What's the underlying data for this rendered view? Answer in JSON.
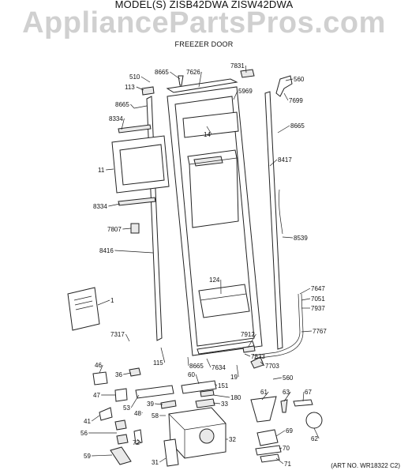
{
  "header": {
    "title": "MODEL(S) ZISB42DWA ZISW42DWA",
    "watermark": "AppliancePartsPros.com",
    "subtitle": "FREEZER DOOR"
  },
  "footer": {
    "art_no": "(ART NO. WR18322 C2)"
  },
  "callouts": [
    "510",
    "8665",
    "7626",
    "7831",
    "560",
    "113",
    "5969",
    "7699",
    "8665",
    "8334",
    "14",
    "8665",
    "11",
    "8417",
    "8334",
    "7807",
    "8539",
    "8416",
    "124",
    "1",
    "7647",
    "7051",
    "7937",
    "7317",
    "7912",
    "7767",
    "115",
    "7833",
    "46",
    "8665",
    "7634",
    "7703",
    "36",
    "60",
    "19",
    "151",
    "560",
    "47",
    "180",
    "61",
    "63",
    "67",
    "53",
    "39",
    "33",
    "48",
    "41",
    "58",
    "56",
    "72",
    "32",
    "69",
    "62",
    "59",
    "31",
    "70",
    "71"
  ]
}
